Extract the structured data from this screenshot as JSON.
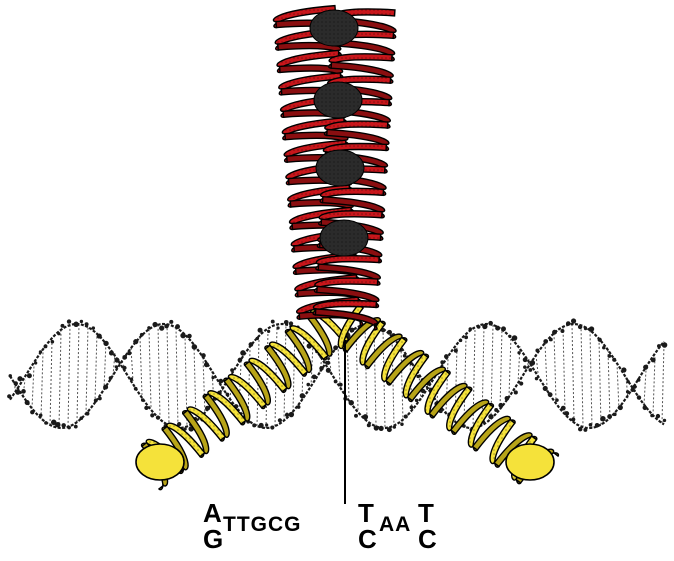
{
  "colors": {
    "zipper_helix": "#c8161b",
    "zipper_helix_dark": "#8a0e10",
    "basic_region_helix": "#f5e23a",
    "basic_region_dark": "#b8a418",
    "dna_backbone": "#1a1a1a",
    "pointer_line": "#000000"
  },
  "sequence": {
    "pos1_top": "A",
    "pos1_bottom": "G",
    "middle_left": "TTGCG",
    "pos7_top": "T",
    "pos7_bottom": "C",
    "middle_right": "AA",
    "pos10_top": "T",
    "pos10_bottom": "C"
  }
}
